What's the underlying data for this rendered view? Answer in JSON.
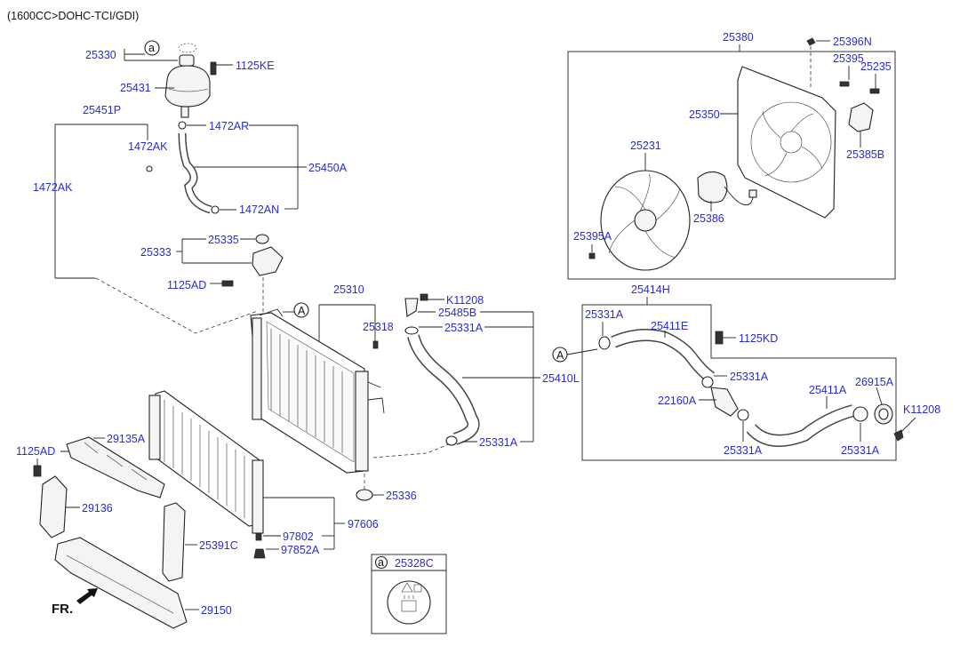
{
  "header": {
    "engine_spec": "(1600CC>DOHC-TCI/GDI)"
  },
  "front_marker": "FR.",
  "callout_letter": "a",
  "ref_letter": "A",
  "parts": {
    "p25330": "25330",
    "p1125KE": "1125KE",
    "p25431": "25431",
    "p25451P": "25451P",
    "p1472AR": "1472AR",
    "p1472AK_top": "1472AK",
    "p1472AK_left": "1472AK",
    "p25450A": "25450A",
    "p1472AN": "1472AN",
    "p25335": "25335",
    "p25333": "25333",
    "p1125AD_mid": "1125AD",
    "p25310": "25310",
    "p25318": "25318",
    "pK11208_top": "K11208",
    "p25485B": "25485B",
    "p25331A_a": "25331A",
    "p25410L": "25410L",
    "p25331A_b": "25331A",
    "p25336": "25336",
    "p97606": "97606",
    "p97802": "97802",
    "p97852A": "97852A",
    "p1125AD_left": "1125AD",
    "p29135A": "29135A",
    "p29136": "29136",
    "p25391C": "25391C",
    "p29150": "29150",
    "p25328C": "25328C",
    "p25380": "25380",
    "p25396N": "25396N",
    "p25395": "25395",
    "p25235": "25235",
    "p25350": "25350",
    "p25385B": "25385B",
    "p25231": "25231",
    "p25386": "25386",
    "p25395A": "25395A",
    "p25414H": "25414H",
    "p25331A_c": "25331A",
    "p25411E": "25411E",
    "p1125KD": "1125KD",
    "p25331A_d": "25331A",
    "p22160A": "22160A",
    "p25411A": "25411A",
    "p26915A": "26915A",
    "pK11208_right": "K11208",
    "p25331A_e": "25331A",
    "p25331A_f": "25331A"
  }
}
